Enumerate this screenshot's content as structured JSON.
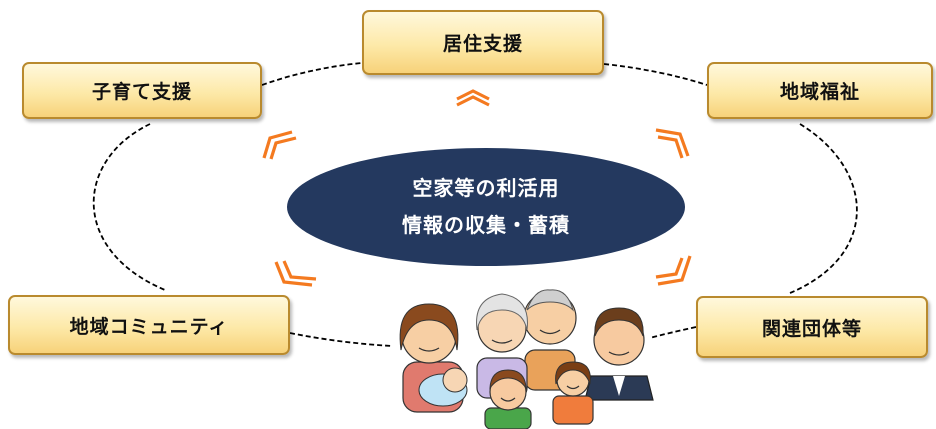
{
  "center": {
    "line1": "空家等の利活用",
    "line2": "情報の収集・蓄積"
  },
  "nodes": {
    "top": "居住支援",
    "left_top": "子育て支援",
    "right_top": "地域福祉",
    "left_bottom": "地域コミュニティ",
    "right_bottom": "関連団体等"
  },
  "colors": {
    "center_fill": "#24395f",
    "box_fill": "#fde9a8",
    "box_border": "#b98a2e",
    "arrow": "#f47a20",
    "connector": "#000000"
  },
  "icons": [
    "family-illustration",
    "double-chevron-arrow"
  ]
}
